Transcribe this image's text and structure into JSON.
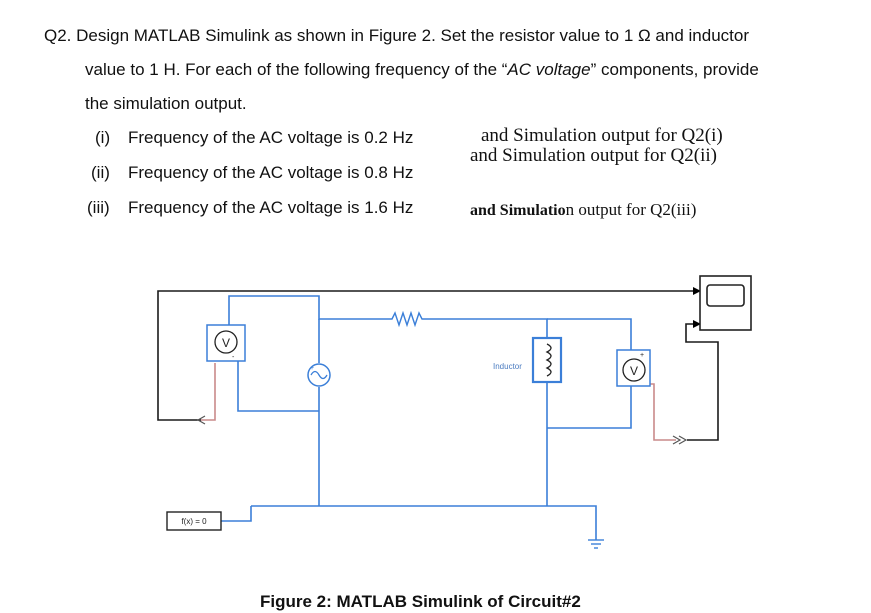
{
  "question": {
    "line1": "Q2. Design MATLAB Simulink as shown in Figure 2. Set the resistor value to 1 Ω and inductor",
    "line2_prefix": "value to 1 H. For each of the following frequency of the “",
    "line2_italic": "AC voltage",
    "line2_suffix": "” components, provide",
    "line3": "the simulation output."
  },
  "items": [
    {
      "label": "(i)",
      "text": "Frequency of the AC voltage is 0.2 Hz"
    },
    {
      "label": "(ii)",
      "text": "Frequency of the AC voltage is 0.8 Hz"
    },
    {
      "label": "(iii)",
      "text": "Frequency of the AC voltage is 1.6 Hz"
    }
  ],
  "annotations": {
    "a1": "and Simulation output for Q2(i)",
    "a2": "and Simulation output for Q2(ii)",
    "a3_main": "and Simulatio",
    "a3_tail": "n output for Q2(iii)"
  },
  "diagram": {
    "inductor_label": "Inductor",
    "voltmeter_glyph": "V",
    "solver_label": "f(x) = 0",
    "plus_sign": "+",
    "minus_sign": "-"
  },
  "figure_caption": "Figure 2: MATLAB Simulink of Circuit#2"
}
